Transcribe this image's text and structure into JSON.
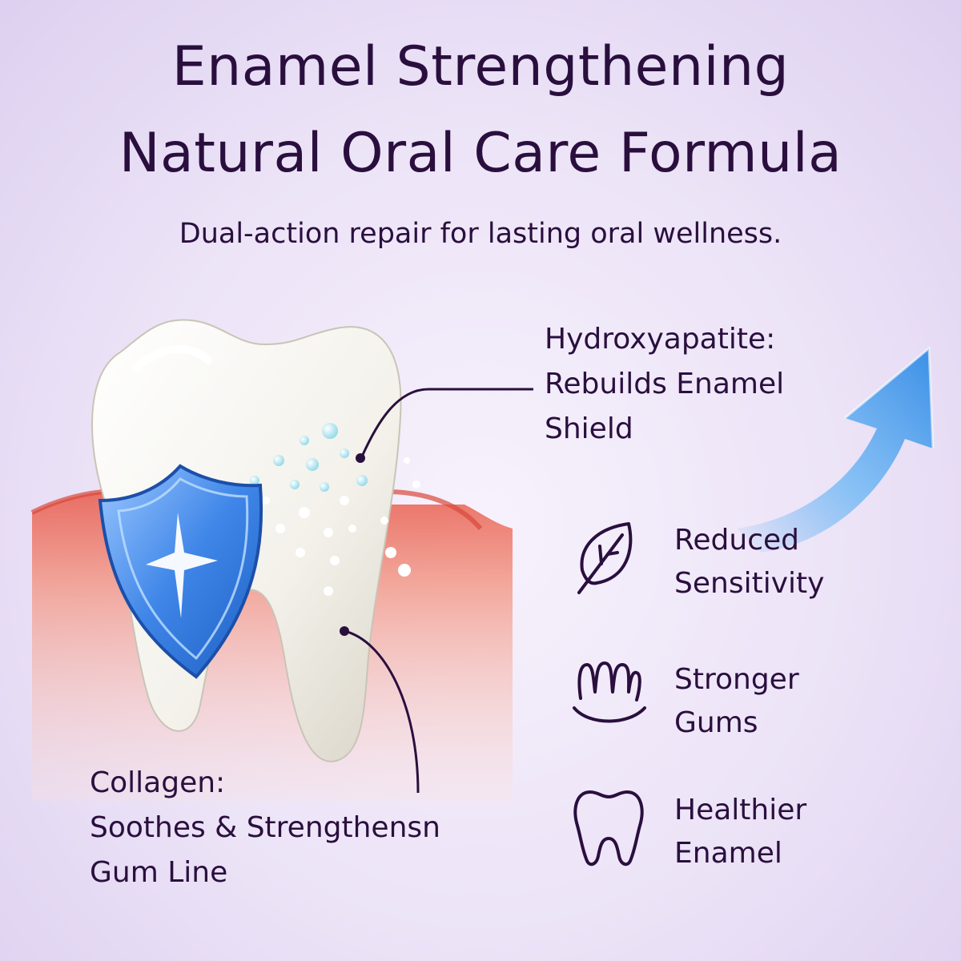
{
  "header": {
    "title_line1": "Enamel Strengthening",
    "title_line2": "Natural Oral Care Formula",
    "subtitle": "Dual-action repair for lasting oral wellness."
  },
  "callouts": {
    "hydroxyapatite": {
      "line1": "Hydroxyapatite:",
      "line2": "Rebuilds Enamel",
      "line3": "Shield"
    },
    "collagen": {
      "line1": "Collagen:",
      "line2": "Soothes & Strengthensn",
      "line3": "Gum Line"
    }
  },
  "benefits": [
    {
      "line1": "Reduced",
      "line2": "Sensitivity",
      "icon": "leaf-icon"
    },
    {
      "line1": "Stronger",
      "line2": "Gums",
      "icon": "gums-icon"
    },
    {
      "line1": "Healthier",
      "line2": "Enamel",
      "icon": "tooth-icon"
    }
  ],
  "colors": {
    "text": "#2a0f3e",
    "background": "#ece3f7",
    "shield_blue": "#3f86e8",
    "arrow_blue": "#5aaaf0",
    "gum_pink": "#e06a5a"
  }
}
